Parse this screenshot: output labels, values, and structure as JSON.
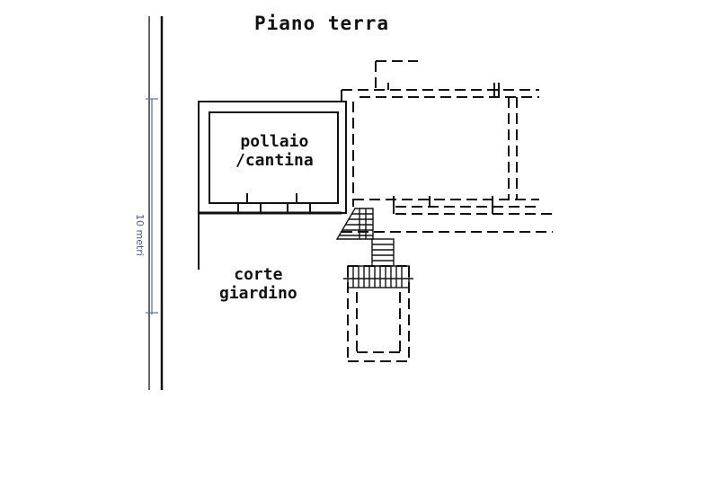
{
  "title": "Piano terra",
  "rooms": {
    "pollaio_line1": "pollaio",
    "pollaio_line2": "/cantina",
    "corte_line1": "corte",
    "corte_line2": "giardino"
  },
  "scale_label": "10 metri",
  "colors": {
    "ink": "#111111",
    "scale_line": "#5b6fa8",
    "background": "#ffffff"
  }
}
